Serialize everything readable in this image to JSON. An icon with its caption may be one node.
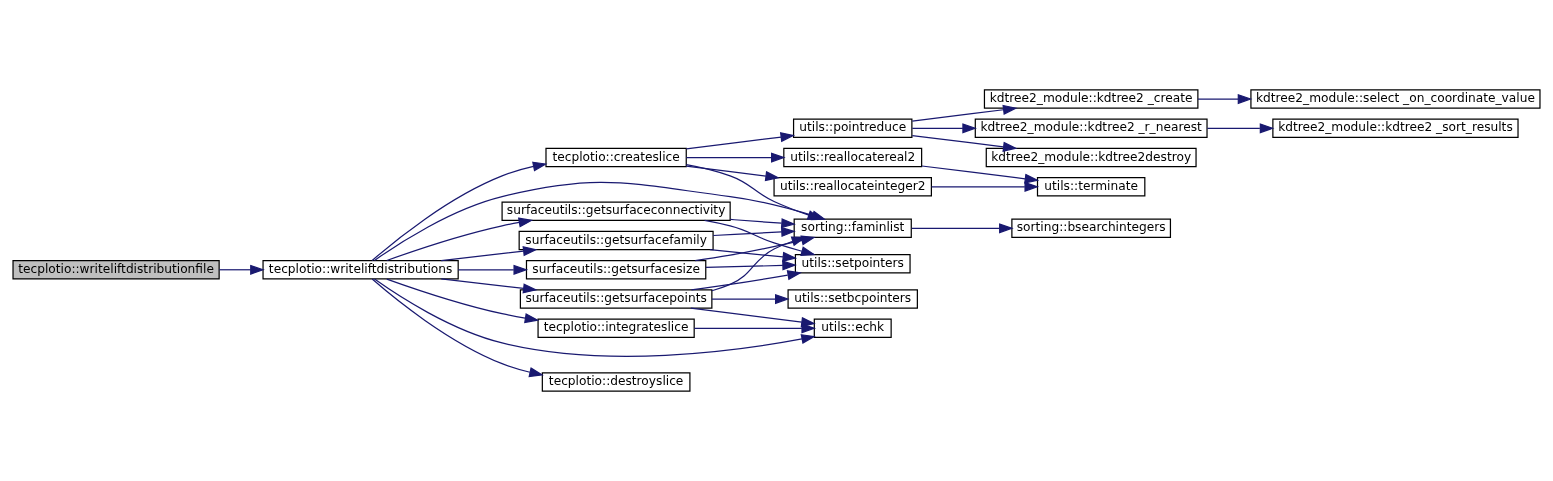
{
  "diagram": {
    "nodes": [
      {
        "text": [
          "tecplotio::writeliftdistributionfile"
        ]
      },
      {
        "text": [
          "tecplotio::writeliftdistributions"
        ]
      },
      {
        "text": [
          "tecplotio::createslice"
        ]
      },
      {
        "text": [
          "utils::reallocatereal2"
        ]
      },
      {
        "text": [
          "utils::terminate"
        ]
      },
      {
        "text": [
          "utils::reallocateinteger2"
        ]
      },
      {
        "text": [
          "utils::pointreduce"
        ]
      },
      {
        "text": [
          "kdtree2_module::kdtree2 _r_nearest"
        ]
      },
      {
        "text": [
          "kdtree2_module::kdtree2 _sort_results"
        ]
      },
      {
        "text": [
          "kdtree2_module::kdtree2destroy"
        ]
      },
      {
        "text": [
          "kdtree2_module::kdtree2 _create"
        ]
      },
      {
        "text": [
          "kdtree2_module::select _on_coordinate_value"
        ]
      },
      {
        "text": [
          "sorting::faminlist"
        ]
      },
      {
        "text": [
          "sorting::bsearchintegers"
        ]
      },
      {
        "text": [
          "tecplotio::destroyslice"
        ]
      },
      {
        "text": [
          "surfaceutils::getsurfaceconnectivity"
        ]
      },
      {
        "text": [
          "surfaceutils::getsurfacefamily"
        ]
      },
      {
        "text": [
          "surfaceutils::getsurfacesize"
        ]
      },
      {
        "text": [
          "surfaceutils::getsurfacepoints"
        ]
      },
      {
        "text": [
          "utils::setpointers"
        ]
      },
      {
        "text": [
          "utils::setbcpointers"
        ]
      },
      {
        "text": [
          "tecplotio::integrateslice"
        ]
      },
      {
        "text": [
          "utils::echk"
        ]
      }
    ],
    "edges": [
      {
        "from": 0,
        "to": 1,
        "arrow": "to"
      },
      {
        "from": 1,
        "to": 2,
        "arrow": "to"
      },
      {
        "from": 1,
        "to": 12,
        "arrow": "to"
      },
      {
        "from": 1,
        "to": 14,
        "arrow": "to"
      },
      {
        "from": 1,
        "to": 15,
        "arrow": "to"
      },
      {
        "from": 1,
        "to": 16,
        "arrow": "to"
      },
      {
        "from": 1,
        "to": 17,
        "arrow": "to"
      },
      {
        "from": 1,
        "to": 18,
        "arrow": "to"
      },
      {
        "from": 1,
        "to": 21,
        "arrow": "to"
      },
      {
        "from": 1,
        "to": 22,
        "arrow": "to"
      },
      {
        "from": 2,
        "to": 3,
        "arrow": "to"
      },
      {
        "from": 2,
        "to": 5,
        "arrow": "to"
      },
      {
        "from": 2,
        "to": 6,
        "arrow": "to"
      },
      {
        "from": 2,
        "to": 12,
        "arrow": "to"
      },
      {
        "from": 3,
        "to": 4,
        "arrow": "to"
      },
      {
        "from": 5,
        "to": 4,
        "arrow": "to"
      },
      {
        "from": 6,
        "to": 7,
        "arrow": "to"
      },
      {
        "from": 6,
        "to": 9,
        "arrow": "to"
      },
      {
        "from": 6,
        "to": 10,
        "arrow": "to"
      },
      {
        "from": 7,
        "to": 8,
        "arrow": "to"
      },
      {
        "from": 10,
        "to": 11,
        "arrow": "to"
      },
      {
        "from": 12,
        "to": 13,
        "arrow": "to"
      },
      {
        "from": 15,
        "to": 12,
        "arrow": "to"
      },
      {
        "from": 15,
        "to": 19,
        "arrow": "to"
      },
      {
        "from": 16,
        "to": 12,
        "arrow": "to"
      },
      {
        "from": 16,
        "to": 19,
        "arrow": "to"
      },
      {
        "from": 17,
        "to": 12,
        "arrow": "to"
      },
      {
        "from": 17,
        "to": 19,
        "arrow": "to"
      },
      {
        "from": 18,
        "to": 12,
        "arrow": "to"
      },
      {
        "from": 18,
        "to": 19,
        "arrow": "to"
      },
      {
        "from": 18,
        "to": 20,
        "arrow": "to"
      },
      {
        "from": 18,
        "to": 22,
        "arrow": "to"
      },
      {
        "from": 21,
        "to": 22,
        "arrow": "to"
      }
    ]
  }
}
